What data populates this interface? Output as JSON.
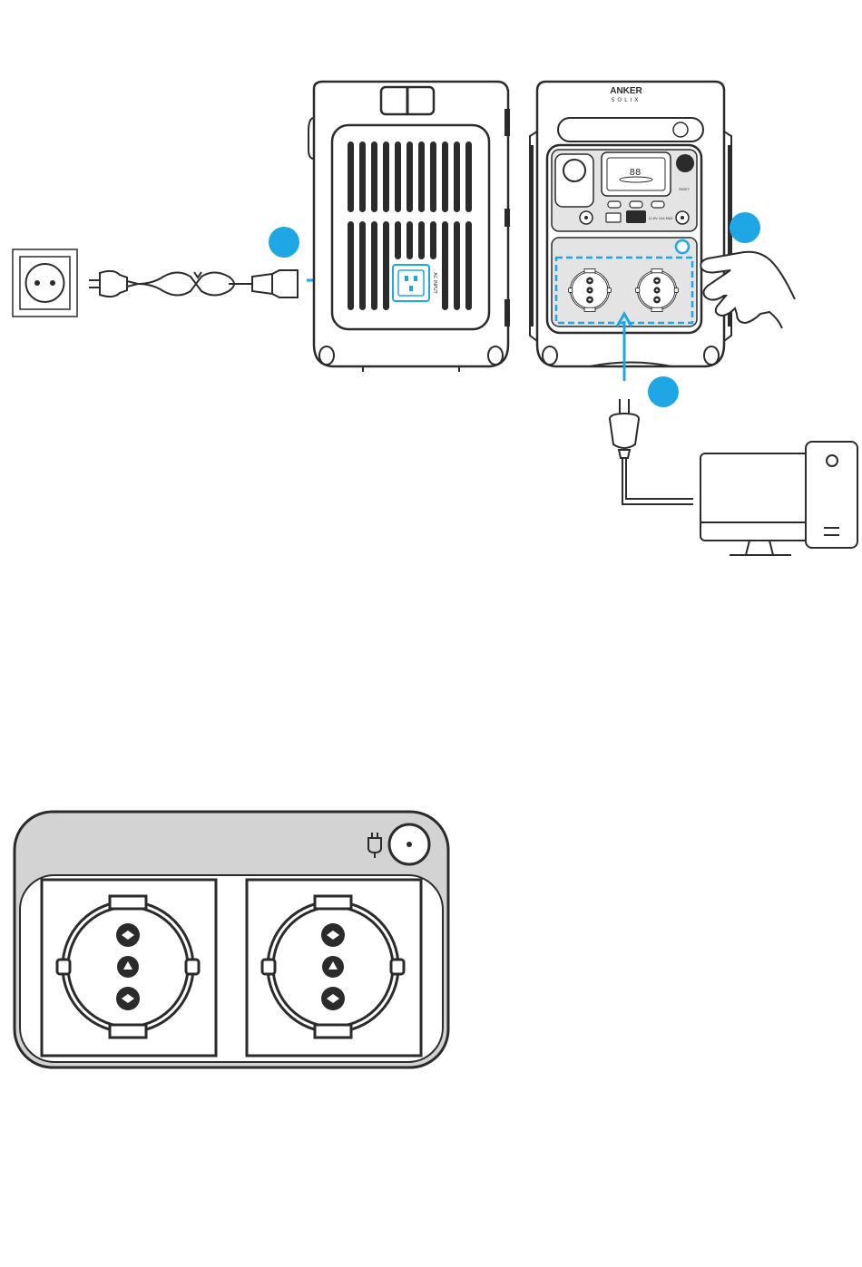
{
  "device_back": {
    "port_label": "AC INPUT"
  },
  "device_front": {
    "brand_line1": "ANKER",
    "brand_line2": "SOLIX",
    "reset_label": "RESET",
    "usb_label": "12.6V 10A MAX"
  },
  "colors": {
    "accent": "#1ea7e4",
    "outline": "#2b2b2b",
    "panel_grey": "#d3d3d3",
    "outlet_bg": "#ffffff"
  },
  "icons": {
    "wall_socket": "schuko-wall-socket-icon",
    "plug": "schuko-plug-icon",
    "power_cord": "ac-power-cord-icon",
    "monitor": "monitor-icon",
    "pc_tower": "pc-tower-icon",
    "hand": "pointing-hand-icon",
    "ac_button": "ac-output-button-icon"
  },
  "steps": [
    {
      "id": 1,
      "label": ""
    },
    {
      "id": 2,
      "label": ""
    },
    {
      "id": 3,
      "label": ""
    }
  ]
}
